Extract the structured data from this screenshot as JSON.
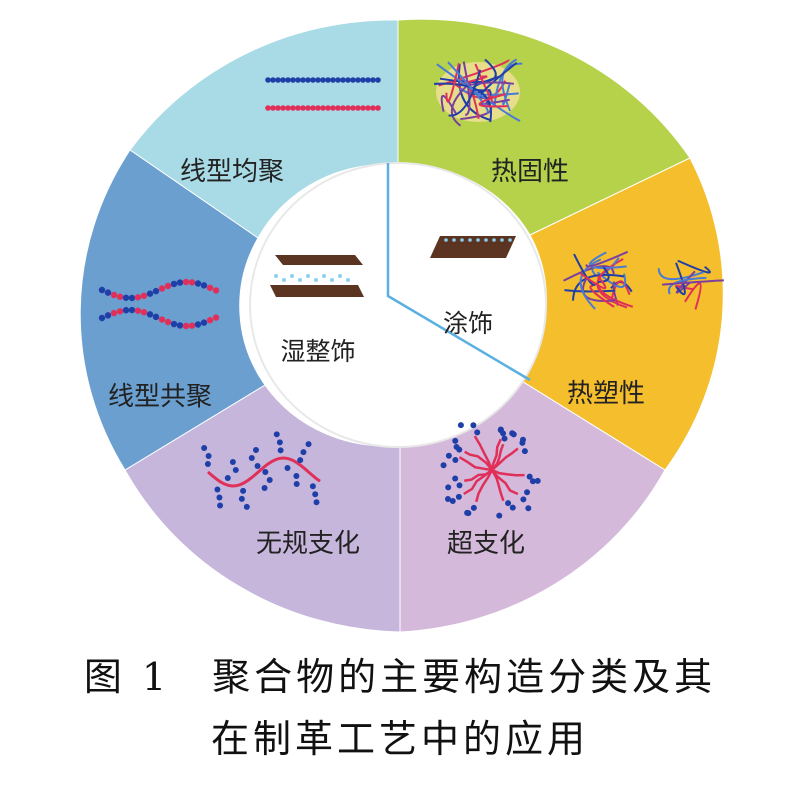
{
  "diagram": {
    "outer_segments": [
      {
        "label": "线型均聚",
        "color": "#a9dbe6"
      },
      {
        "label": "热固性",
        "color": "#b5d24a"
      },
      {
        "label": "热塑性",
        "color": "#f5be2c"
      },
      {
        "label": "超支化",
        "color": "#d4b9da"
      },
      {
        "label": "无规支化",
        "color": "#c6b6dc"
      },
      {
        "label": "线型共聚",
        "color": "#6a9fd0"
      }
    ],
    "inner_segments": [
      {
        "label": "湿整饰"
      },
      {
        "label": "涂饰"
      }
    ],
    "colors": {
      "chain_blue": "#1f3fa8",
      "chain_red": "#e0305a",
      "plate_brown": "#5b3522",
      "divider": "#5ab0e0"
    }
  },
  "caption": {
    "line1": "图 1　聚合物的主要构造分类及其",
    "line2": "在制革工艺中的应用"
  }
}
